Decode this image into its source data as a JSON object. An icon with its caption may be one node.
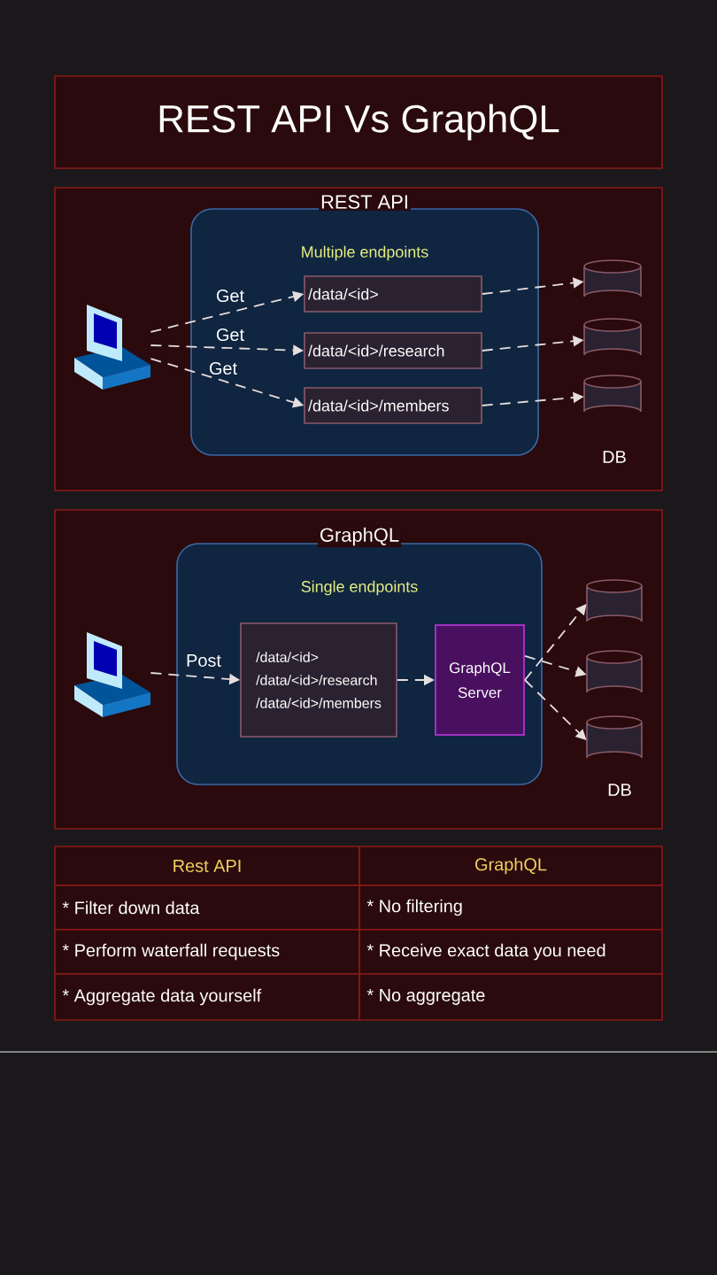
{
  "diagram": {
    "title": "REST API Vs GraphQL",
    "nodes": [
      {
        "text": [
          "REST API",
          "Multiple endpoints"
        ]
      },
      {
        "text": [],
        "shape": "computer"
      },
      {
        "text": [
          "/data/<id>"
        ],
        "in": 0
      },
      {
        "text": [
          "/data/<id>/research"
        ],
        "in": 0
      },
      {
        "text": [
          "/data/<id>/members"
        ],
        "in": 0
      },
      {
        "text": [],
        "shape": "cylinder"
      },
      {
        "text": [],
        "shape": "cylinder"
      },
      {
        "text": [],
        "shape": "cylinder"
      },
      {
        "text": [
          "GraphQL",
          "Single endpoints"
        ]
      },
      {
        "text": [],
        "shape": "computer"
      },
      {
        "text": [
          "/data/<id>",
          "/data/<id>/research",
          "/data/<id>/members"
        ],
        "in": 8
      },
      {
        "text": [
          "GraphQL Server"
        ],
        "in": 8
      },
      {
        "text": [],
        "shape": "cylinder"
      },
      {
        "text": [],
        "shape": "cylinder"
      },
      {
        "text": [],
        "shape": "cylinder"
      }
    ],
    "edges": [
      {
        "from": 1,
        "to": 2,
        "arrow": "to",
        "label": "Get",
        "style": "dashed"
      },
      {
        "from": 1,
        "to": 3,
        "arrow": "to",
        "label": "Get",
        "style": "dashed"
      },
      {
        "from": 1,
        "to": 4,
        "arrow": "to",
        "label": "Get",
        "style": "dashed"
      },
      {
        "from": 2,
        "to": 5,
        "arrow": "to",
        "style": "dashed"
      },
      {
        "from": 3,
        "to": 6,
        "arrow": "to",
        "style": "dashed"
      },
      {
        "from": 4,
        "to": 7,
        "arrow": "to",
        "style": "dashed"
      },
      {
        "from": 9,
        "to": 10,
        "arrow": "to",
        "label": "Post",
        "style": "dashed"
      },
      {
        "from": 10,
        "to": 11,
        "arrow": "to",
        "style": "dashed"
      },
      {
        "from": 11,
        "to": 12,
        "arrow": "to",
        "style": "dashed"
      },
      {
        "from": 11,
        "to": 13,
        "arrow": "to",
        "style": "dashed"
      },
      {
        "from": 11,
        "to": 14,
        "arrow": "to",
        "style": "dashed"
      }
    ],
    "labels": [
      "DB",
      "DB",
      "Rest API",
      "GraphQL",
      "* Filter down data",
      "* No filtering",
      "* Perform waterfall requests",
      "* Receive exact data you need",
      "* Aggregate data yourself",
      "* No aggregate"
    ]
  }
}
